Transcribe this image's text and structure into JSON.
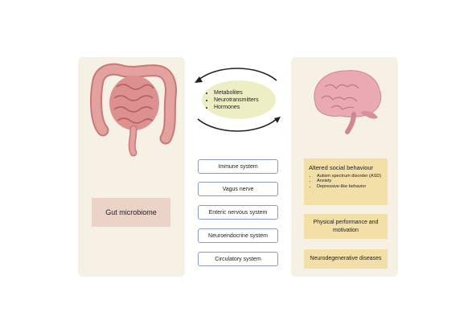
{
  "gut": {
    "label": "Gut microbiome"
  },
  "signals": [
    "Metabolites",
    "Neurotransmitters",
    "Hormones"
  ],
  "pathways": [
    "Immune system",
    "Vagus nerve",
    "Enteric nervous system",
    "Neuroendocrine system",
    "Circulatory system"
  ],
  "outcomes": {
    "social": {
      "title": "Altered social behaviour",
      "items": [
        "Autism spectrum disorder (ASD)",
        "Anxiety",
        "Depressive-like behavior"
      ]
    },
    "performance": "Physical performance and motivation",
    "neuro": "Neurodegenerative diseases"
  },
  "colors": {
    "panel": "#f6f1e4",
    "gut_label_bg": "#ecd3c8",
    "outcome_bg": "#f3dfa8",
    "pathway_border": "#8d9ac8",
    "ellipse_fill": "#eeeec4",
    "intestine": "#d98e8b",
    "brain": "#e9a9b3"
  }
}
